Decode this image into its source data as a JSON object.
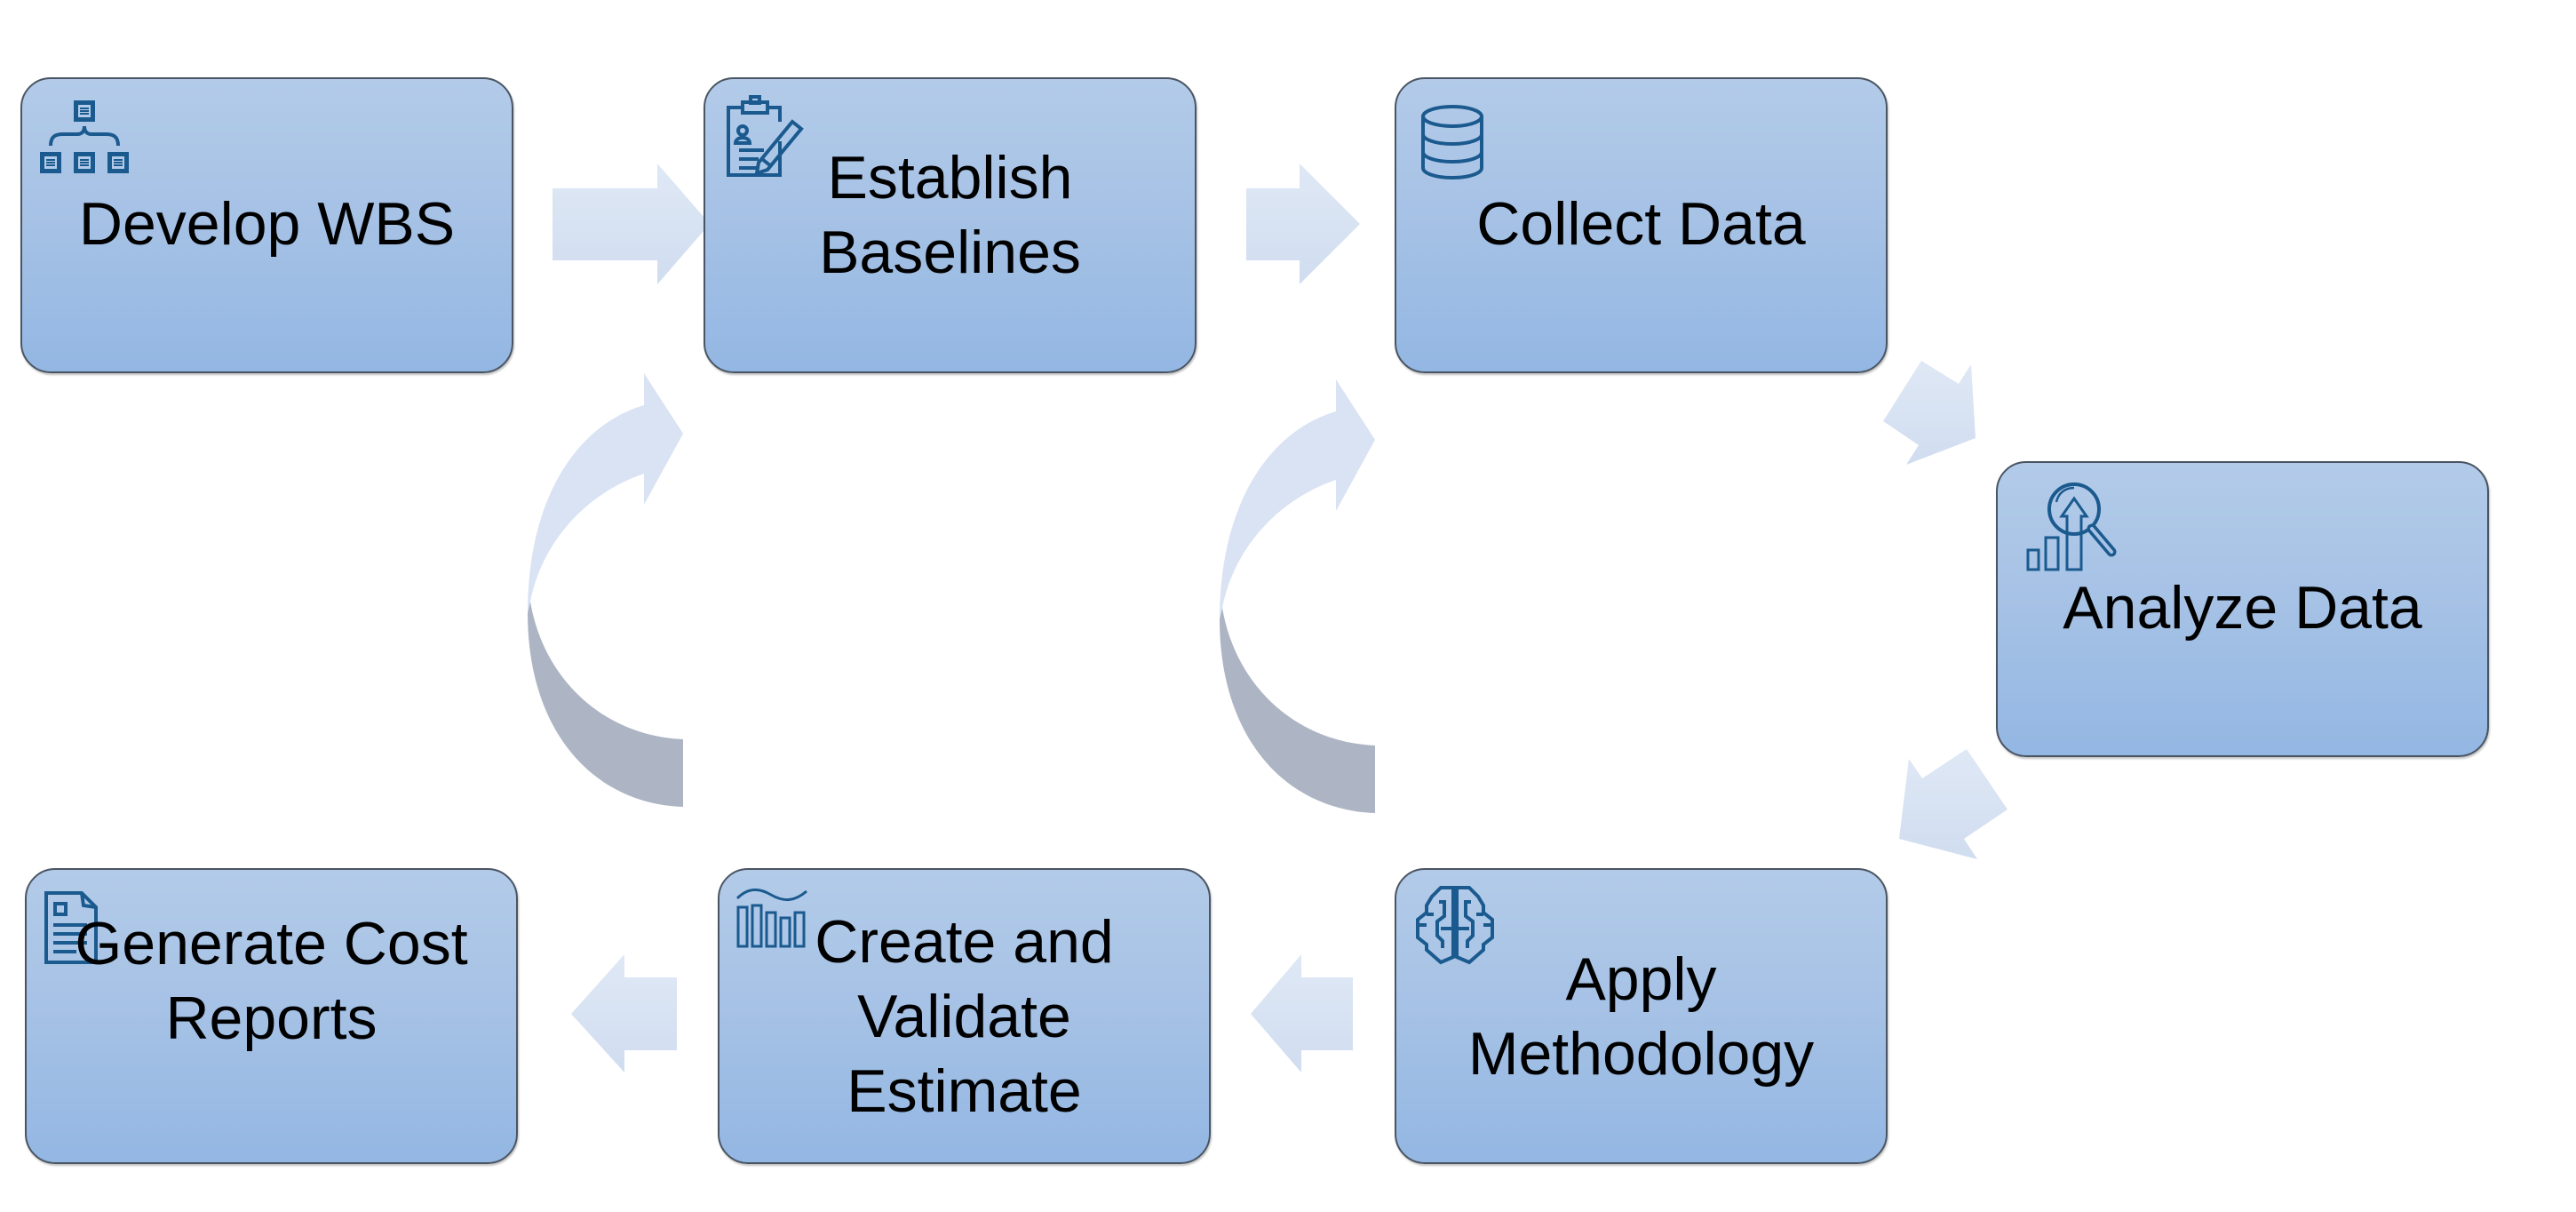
{
  "diagram": {
    "type": "process-cycle",
    "colors": {
      "box_fill_top": "#b3cbe9",
      "box_fill_bottom": "#93b7e3",
      "box_border": "#4a5563",
      "icon": "#1b5a8e",
      "arrow_light": "#d6e2f3",
      "arrow_dark": "#adb5c4"
    },
    "steps": [
      {
        "id": "wbs",
        "label": "Develop WBS",
        "icon": "hierarchy-icon"
      },
      {
        "id": "baseline",
        "label": "Establish\nBaselines",
        "icon": "clipboard-edit-icon"
      },
      {
        "id": "collect",
        "label": "Collect Data",
        "icon": "database-icon"
      },
      {
        "id": "analyze",
        "label": "Analyze Data",
        "icon": "analytics-search-icon"
      },
      {
        "id": "apply",
        "label": "Apply\nMethodology",
        "icon": "brain-circuit-icon"
      },
      {
        "id": "create",
        "label": "Create and\nValidate\nEstimate",
        "icon": "bar-chart-trend-icon"
      },
      {
        "id": "report",
        "label": "Generate Cost\nReports",
        "icon": "document-icon"
      }
    ],
    "connections": [
      {
        "from": "wbs",
        "to": "baseline",
        "style": "straight-arrow"
      },
      {
        "from": "baseline",
        "to": "collect",
        "style": "straight-arrow"
      },
      {
        "from": "collect",
        "to": "analyze",
        "style": "straight-arrow"
      },
      {
        "from": "analyze",
        "to": "apply",
        "style": "straight-arrow"
      },
      {
        "from": "apply",
        "to": "create",
        "style": "straight-arrow"
      },
      {
        "from": "create",
        "to": "report",
        "style": "straight-arrow"
      },
      {
        "from": "create",
        "to": "baseline",
        "style": "curved-feedback-arrow"
      },
      {
        "from": "apply",
        "to": "collect",
        "style": "curved-feedback-arrow"
      }
    ]
  }
}
